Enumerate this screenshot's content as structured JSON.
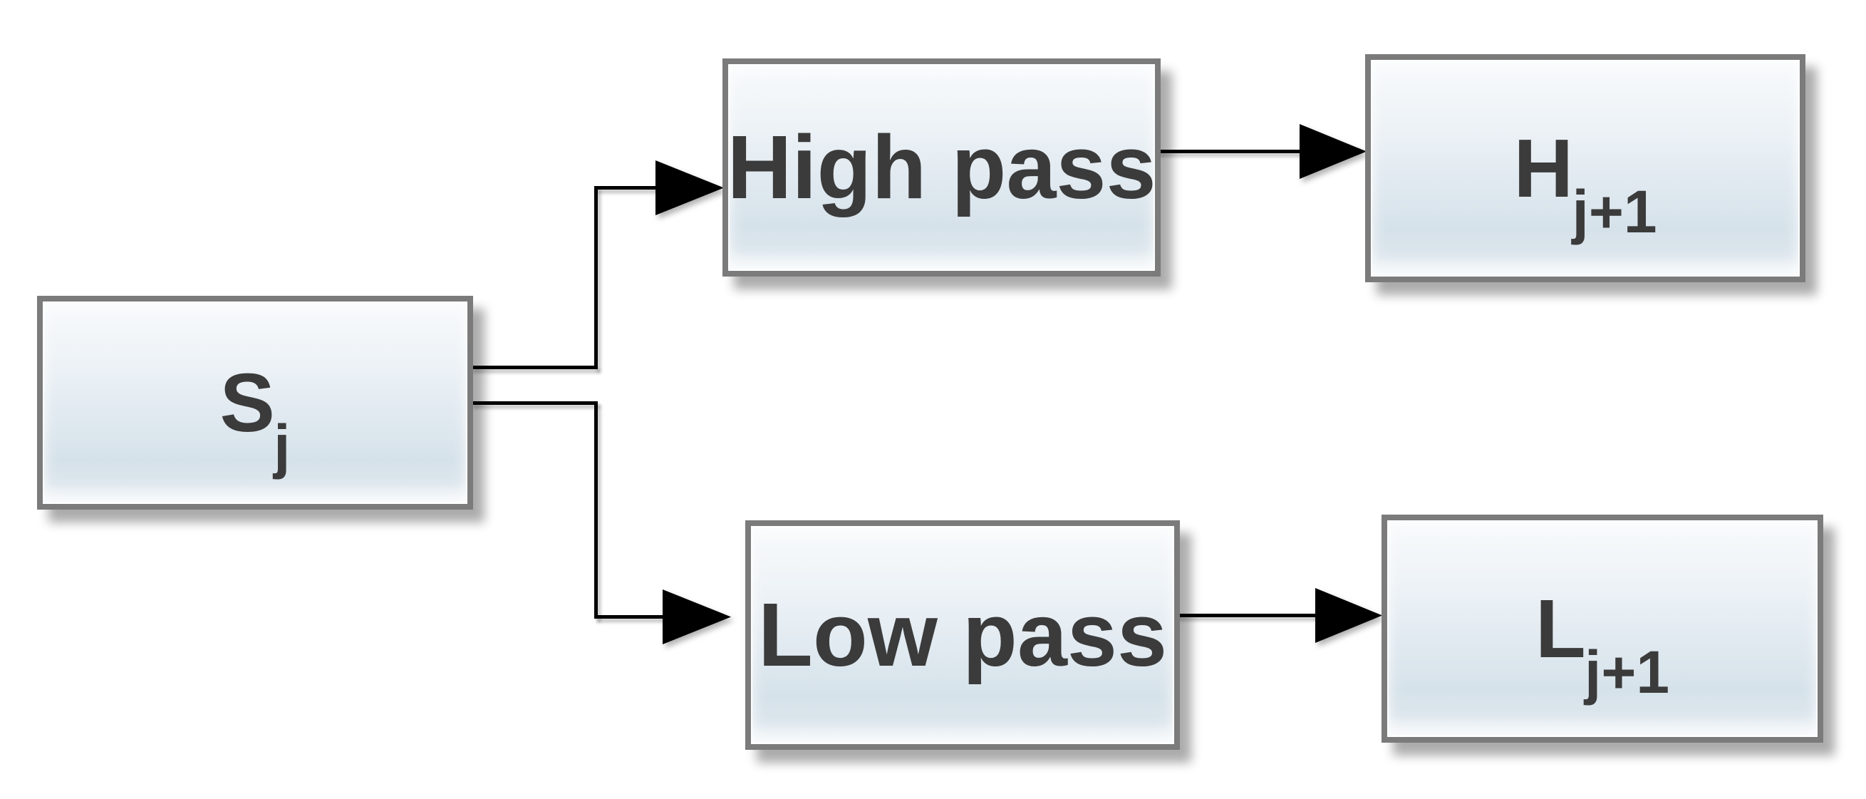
{
  "diagram": {
    "nodes": {
      "source": {
        "main": "S",
        "sub": "j"
      },
      "high_pass": {
        "label": "High pass"
      },
      "low_pass": {
        "label": "Low pass"
      },
      "high_output": {
        "main": "H",
        "sub": "j+1"
      },
      "low_output": {
        "main": "L",
        "sub": "j+1"
      }
    },
    "colors": {
      "background": "#ffffff",
      "box_border": "#7b7b7b",
      "box_fill_top": "#f8fafc",
      "box_fill_bottom": "#d6e2ea",
      "text": "#3b3b3b",
      "connector": "#000000"
    }
  }
}
